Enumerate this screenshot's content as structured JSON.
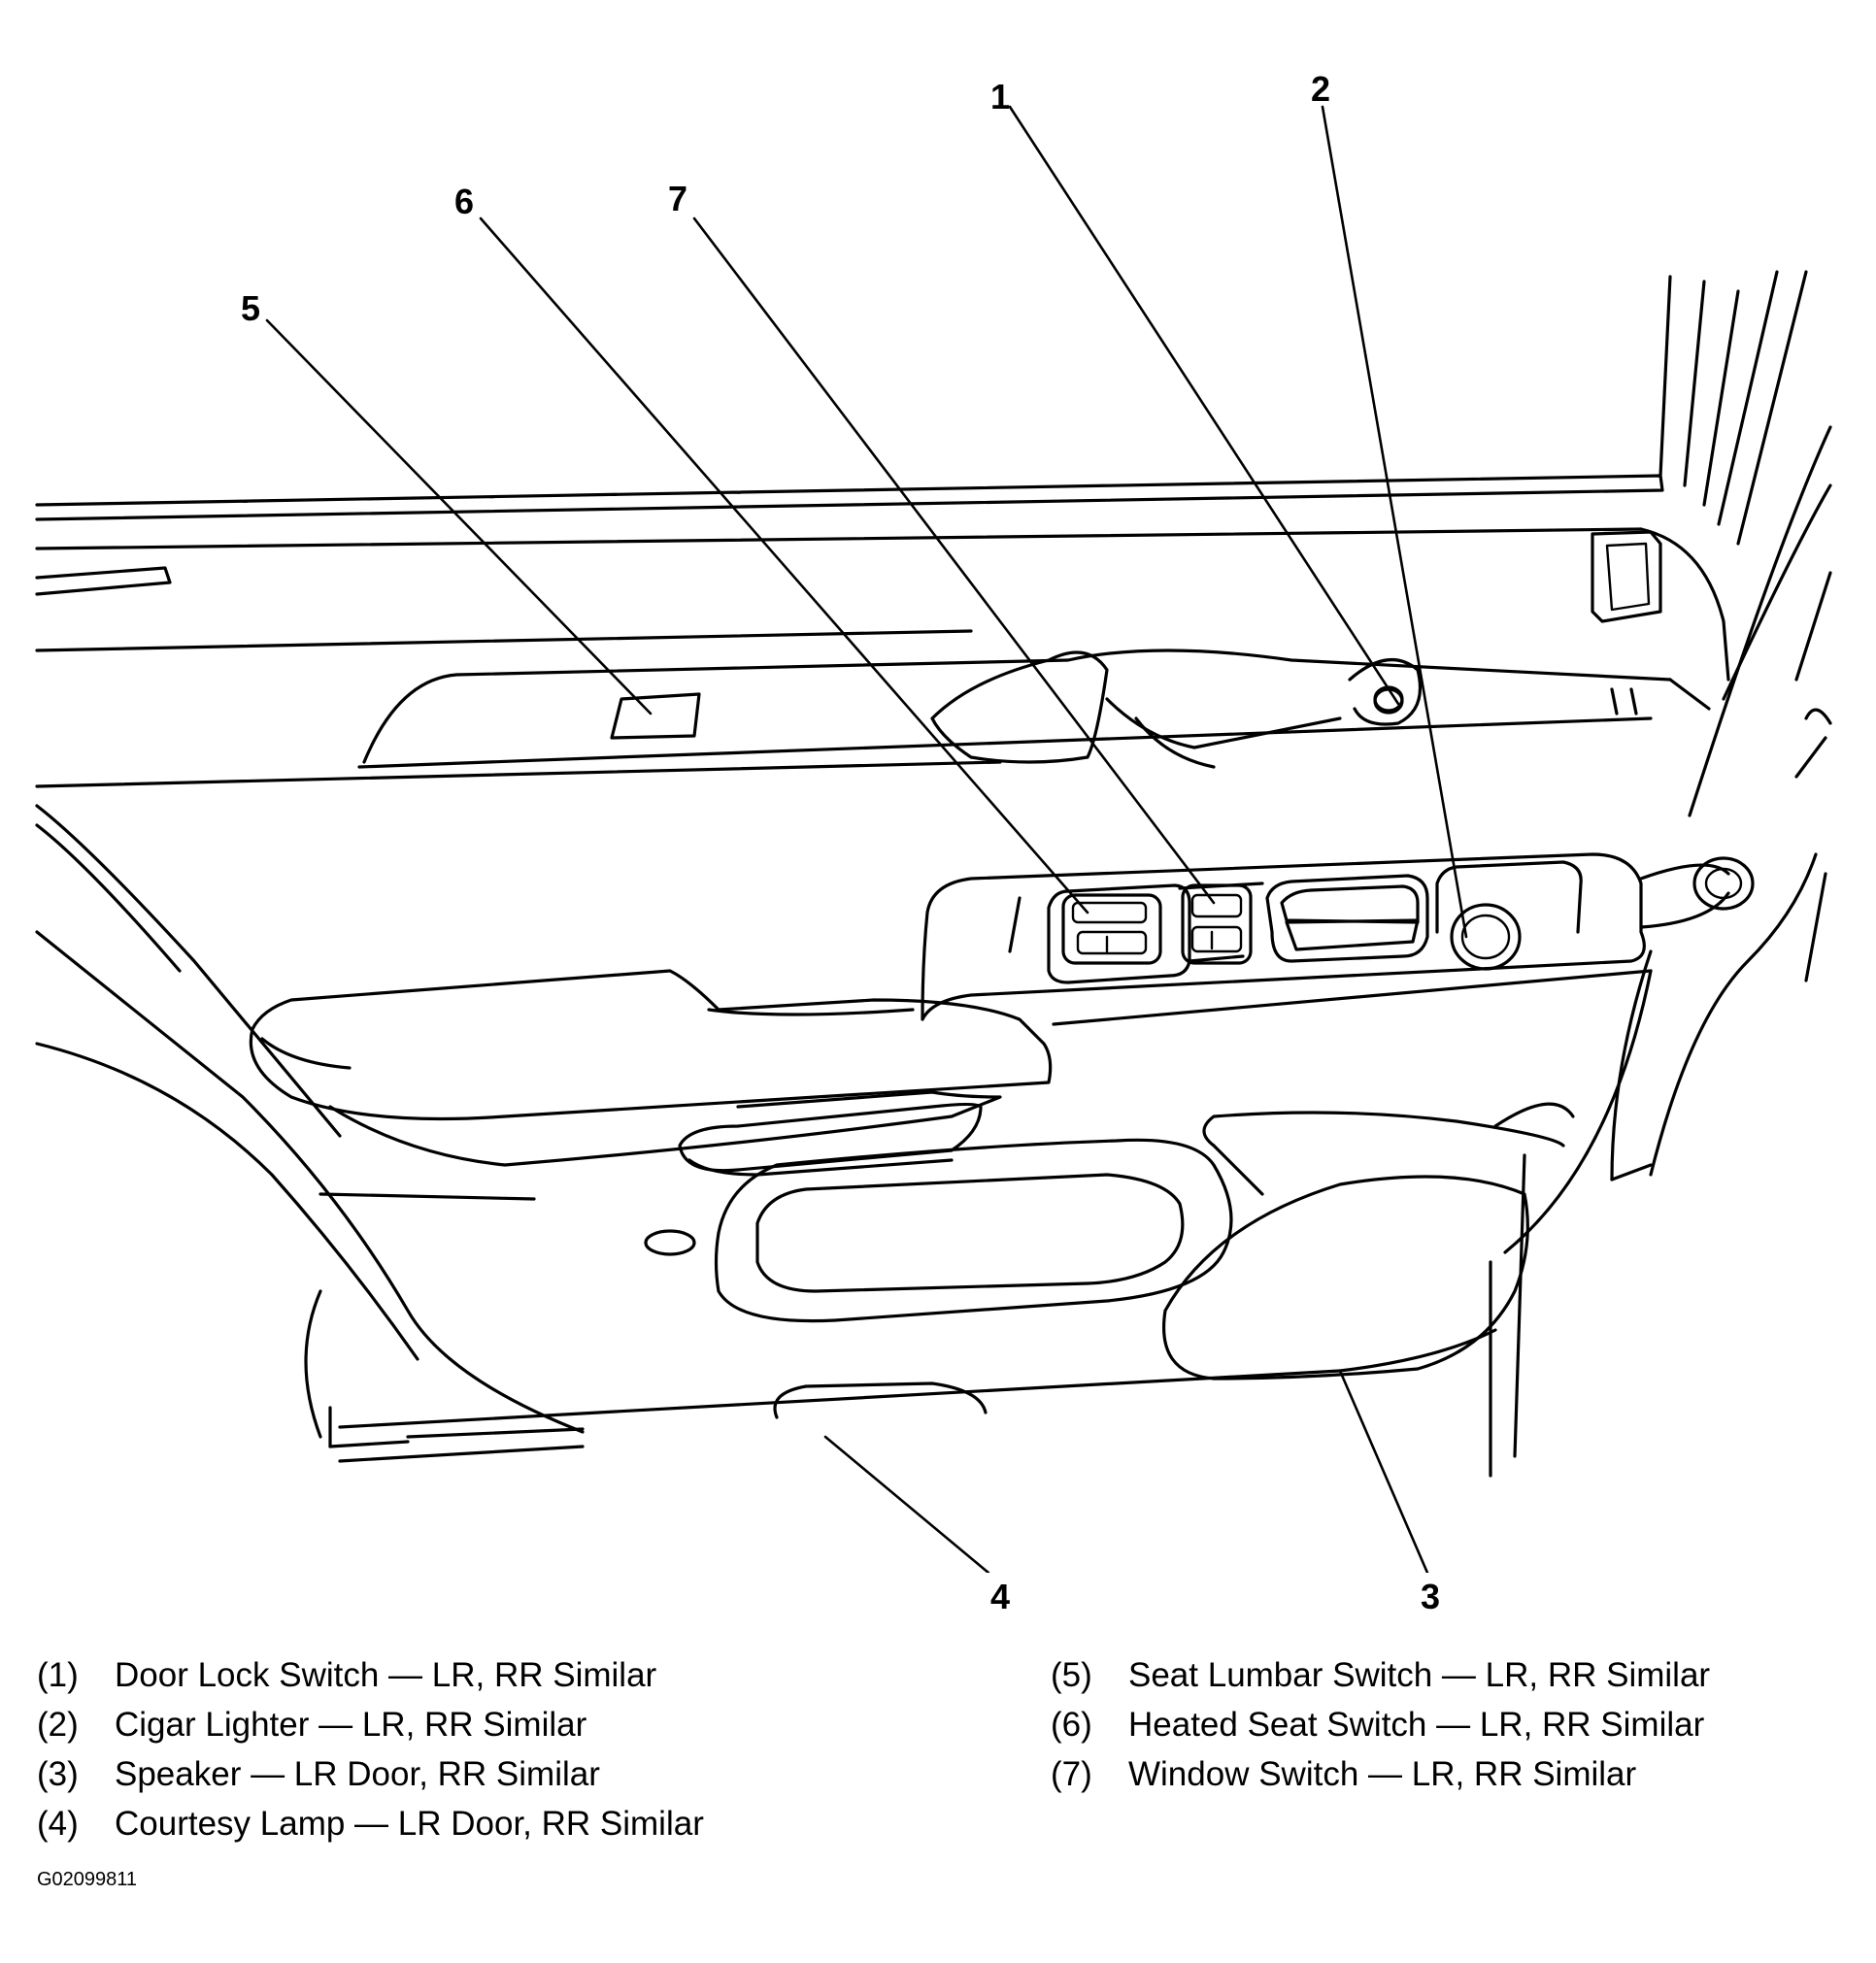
{
  "callouts": [
    {
      "id": "1",
      "label": "1"
    },
    {
      "id": "2",
      "label": "2"
    },
    {
      "id": "3",
      "label": "3"
    },
    {
      "id": "4",
      "label": "4"
    },
    {
      "id": "5",
      "label": "5"
    },
    {
      "id": "6",
      "label": "6"
    },
    {
      "id": "7",
      "label": "7"
    }
  ],
  "legend": {
    "left": [
      {
        "num": "(1)",
        "text": "Door Lock Switch — LR, RR Similar"
      },
      {
        "num": "(2)",
        "text": "Cigar Lighter — LR, RR Similar"
      },
      {
        "num": "(3)",
        "text": "Speaker — LR Door, RR Similar"
      },
      {
        "num": "(4)",
        "text": "Courtesy Lamp — LR Door, RR Similar"
      }
    ],
    "right": [
      {
        "num": "(5)",
        "text": "Seat Lumbar Switch — LR, RR Similar"
      },
      {
        "num": "(6)",
        "text": "Heated Seat Switch — LR, RR Similar"
      },
      {
        "num": "(7)",
        "text": "Window Switch — LR, RR Similar"
      }
    ]
  },
  "figure_id": "G02099811"
}
